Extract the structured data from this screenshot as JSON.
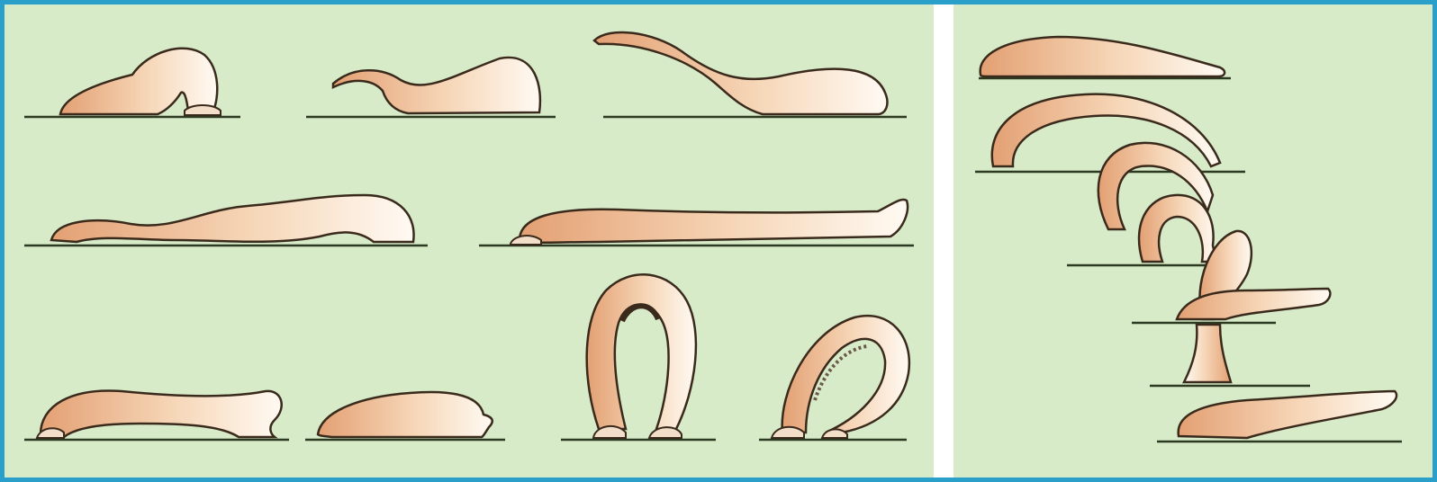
{
  "figure": {
    "frame_color": "#2a9fc9",
    "background_color": "#d8ebc9",
    "divider_color": "#ffffff",
    "ground_line_color": "#2c3a22",
    "body_fill_light": "#fdf3e8",
    "body_fill_dark": "#e8ab7e",
    "body_outline": "#3a2a1c",
    "left_panel": {
      "description_key": "crawling-sequence",
      "rows": 3,
      "figures": 9
    },
    "right_panel": {
      "description_key": "somersault-sequence",
      "figures": 7
    }
  }
}
